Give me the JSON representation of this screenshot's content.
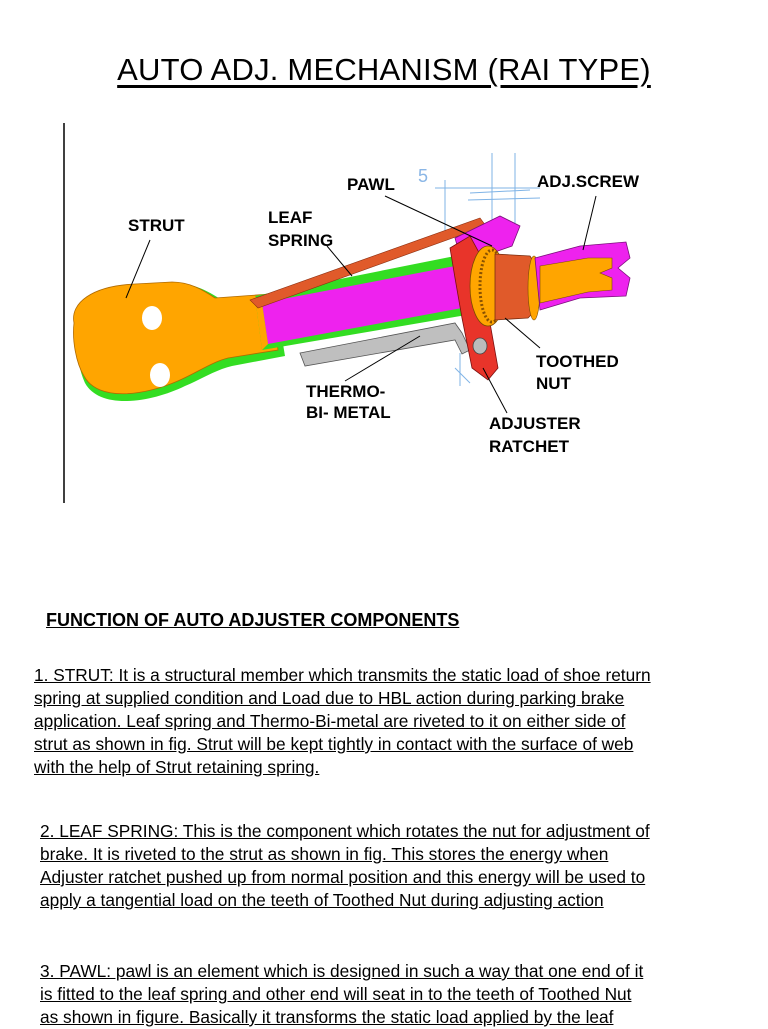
{
  "title": "AUTO ADJ. MECHANISM  (RAI TYPE)",
  "figure": {
    "labels": {
      "strut": "STRUT",
      "leaf": "LEAF",
      "spring": "SPRING",
      "pawl": "PAWL",
      "adj_screw": "ADJ.SCREW",
      "toothed": "TOOTHED",
      "nut": "NUT",
      "thermo": "THERMO-",
      "bimetal": "BI- METAL",
      "adjuster": "ADJUSTER",
      "ratchet": "RATCHET",
      "five": "5"
    },
    "colors": {
      "strut": "#FFA500",
      "green": "#33DD22",
      "magenta": "#EE22EE",
      "leaf_spring": "#E05A2A",
      "ratchet": "#E8342A",
      "pink": "#FF55AA"
    }
  },
  "section_heading": "FUNCTION OF AUTO ADJUSTER COMPONENTS",
  "paragraphs": [
    {
      "lines": [
        "1. STRUT:  It is a structural member which transmits the static load of shoe return",
        "spring at supplied condition and Load due to HBL action during parking brake",
        "application.  Leaf spring and Thermo-Bi-metal are riveted to it on either side of",
        "strut as shown in fig. Strut will be kept tightly in contact with the surface of web",
        "with the help of Strut retaining spring."
      ]
    },
    {
      "lines": [
        "2. LEAF SPRING: This is the component which rotates the nut for adjustment of",
        "brake. It is riveted to the strut as shown in fig. This stores the energy when",
        "Adjuster ratchet pushed up from normal position and this energy will be used to",
        "apply a tangential load on the teeth of Toothed Nut during adjusting action"
      ]
    },
    {
      "lines": [
        "3. PAWL: pawl is an element which is designed in such a way that one end of it",
        "is fitted to the leaf spring and other end will seat in to the teeth of Toothed Nut",
        "as shown in figure. Basically it transforms the static load applied by the leaf"
      ]
    }
  ]
}
